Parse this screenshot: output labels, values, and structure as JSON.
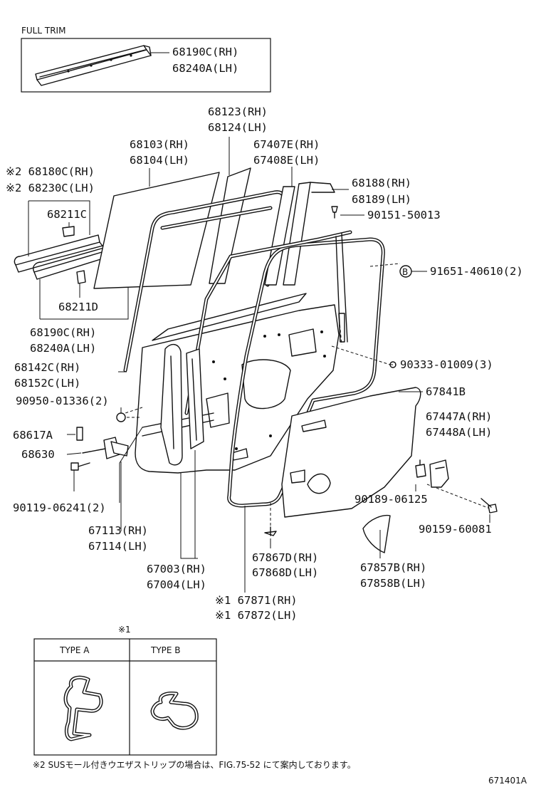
{
  "header": {
    "full_trim_label": "FULL TRIM"
  },
  "labels": {
    "p68190C_RH_top": "68190C(RH)",
    "p68240A_LH_top": "68240A(LH)",
    "p68123_RH": "68123(RH)",
    "p68124_LH": "68124(LH)",
    "p68103_RH": "68103(RH)",
    "p68104_LH": "68104(LH)",
    "p67407E_RH": "67407E(RH)",
    "p67408E_LH": "67408E(LH)",
    "p68180C_RH": "※2 68180C(RH)",
    "p68230C_LH": "※2 68230C(LH)",
    "p68188_RH": "68188(RH)",
    "p68189_LH": "68189(LH)",
    "p68211C": "68211C",
    "p90151": "90151-50013",
    "p91651": "91651-40610(2)",
    "marker_b": "B",
    "p68211D": "68211D",
    "p68190C_RH": "68190C(RH)",
    "p68240A_LH": "68240A(LH)",
    "p68142C_RH": "68142C(RH)",
    "p68152C_LH": "68152C(LH)",
    "p90333": "90333-01009(3)",
    "p90950": "90950-01336(2)",
    "p67841B": "67841B",
    "p67447A_RH": "67447A(RH)",
    "p67448A_LH": "67448A(LH)",
    "p68617A": "68617A",
    "p68630": "68630",
    "p90119": "90119-06241(2)",
    "p90189": "90189-06125",
    "p90159": "90159-60081",
    "p67113_RH": "67113(RH)",
    "p67114_LH": "67114(LH)",
    "p67867D_RH": "67867D(RH)",
    "p67868D_LH": "67868D(LH)",
    "p67003_RH": "67003(RH)",
    "p67004_LH": "67004(LH)",
    "p67857B_RH": "67857B(RH)",
    "p67858B_LH": "67858B(LH)",
    "p67871_RH": "※1 67871(RH)",
    "p67872_LH": "※1 67872(LH)"
  },
  "type_table": {
    "marker": "※1",
    "type_a": "TYPE A",
    "type_b": "TYPE B"
  },
  "footnote": "※2 SUSモール付きウエザストリップの場合は、FIG.75-52 にて案内しております。",
  "figure_id": "671401A"
}
